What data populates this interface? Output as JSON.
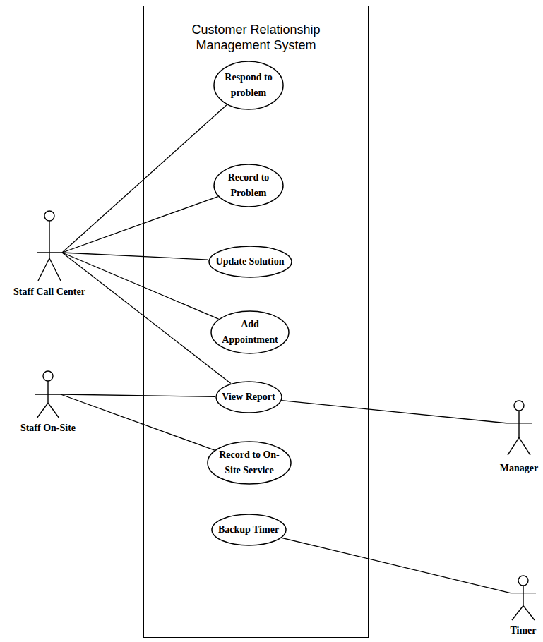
{
  "diagram": {
    "nodes": [
      {
        "text": [
          "Customer Relationship Management System"
        ]
      },
      {
        "text": [
          "Respond to problem"
        ],
        "in": 0
      },
      {
        "text": [
          "Record to Problem"
        ],
        "in": 0
      },
      {
        "text": [
          "Update Solution"
        ],
        "in": 0
      },
      {
        "text": [
          "Add Appointment"
        ],
        "in": 0
      },
      {
        "text": [
          "View Report"
        ],
        "in": 0
      },
      {
        "text": [
          "Record to On-Site Service"
        ],
        "in": 0
      },
      {
        "text": [
          "Backup Timer"
        ],
        "in": 0
      },
      {
        "text": [
          "Staff Call Center"
        ]
      },
      {
        "text": [
          "Staff On-Site"
        ]
      },
      {
        "text": [
          "Manager"
        ]
      },
      {
        "text": [
          "Timer"
        ]
      }
    ],
    "edges": [
      {
        "from": 8,
        "to": 1,
        "arrow": "none"
      },
      {
        "from": 8,
        "to": 2,
        "arrow": "none"
      },
      {
        "from": 8,
        "to": 3,
        "arrow": "none"
      },
      {
        "from": 8,
        "to": 4,
        "arrow": "none"
      },
      {
        "from": 8,
        "to": 5,
        "arrow": "none"
      },
      {
        "from": 9,
        "to": 5,
        "arrow": "none"
      },
      {
        "from": 9,
        "to": 6,
        "arrow": "none"
      },
      {
        "from": 10,
        "to": 5,
        "arrow": "none"
      },
      {
        "from": 11,
        "to": 7,
        "arrow": "none"
      }
    ]
  }
}
